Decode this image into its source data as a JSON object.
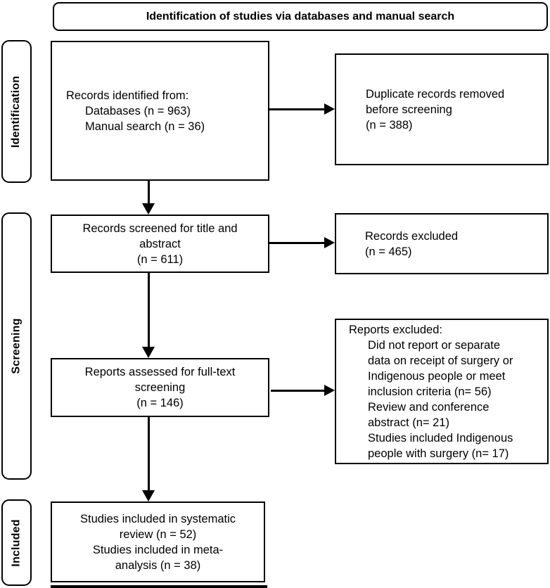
{
  "header": {
    "title": "Identification of studies via databases and manual search"
  },
  "stages": [
    {
      "label": "Identification"
    },
    {
      "label": "Screening"
    },
    {
      "label": "Included"
    }
  ],
  "boxes": {
    "records_identified": {
      "lines": [
        "Records identified from:",
        "Databases (n = 963)",
        "Manual search (n = 36)"
      ]
    },
    "duplicates_removed": {
      "lines": [
        "Duplicate records removed",
        "before screening",
        "(n = 388)"
      ]
    },
    "records_screened": {
      "lines": [
        "Records screened for title and",
        "abstract",
        "(n = 611)"
      ]
    },
    "records_excluded": {
      "lines": [
        "Records excluded",
        "(n = 465)"
      ]
    },
    "reports_assessed": {
      "lines": [
        "Reports assessed for full-text",
        "screening",
        "(n = 146)"
      ]
    },
    "reports_excluded": {
      "lines": [
        "Reports excluded:",
        "Did not report or separate",
        "data on receipt of surgery or",
        "Indigenous people or meet",
        "inclusion criteria (n= 56)",
        "Review and conference",
        "abstract (n= 21)",
        "Studies included Indigenous",
        "people with surgery (n= 17)"
      ]
    },
    "studies_included": {
      "lines": [
        "Studies included in systematic",
        "review (n = 52)",
        "Studies included in meta-",
        "analysis (n = 38)"
      ]
    }
  },
  "colors": {
    "background": "#ffffff",
    "border": "#000000",
    "text": "#000000"
  }
}
